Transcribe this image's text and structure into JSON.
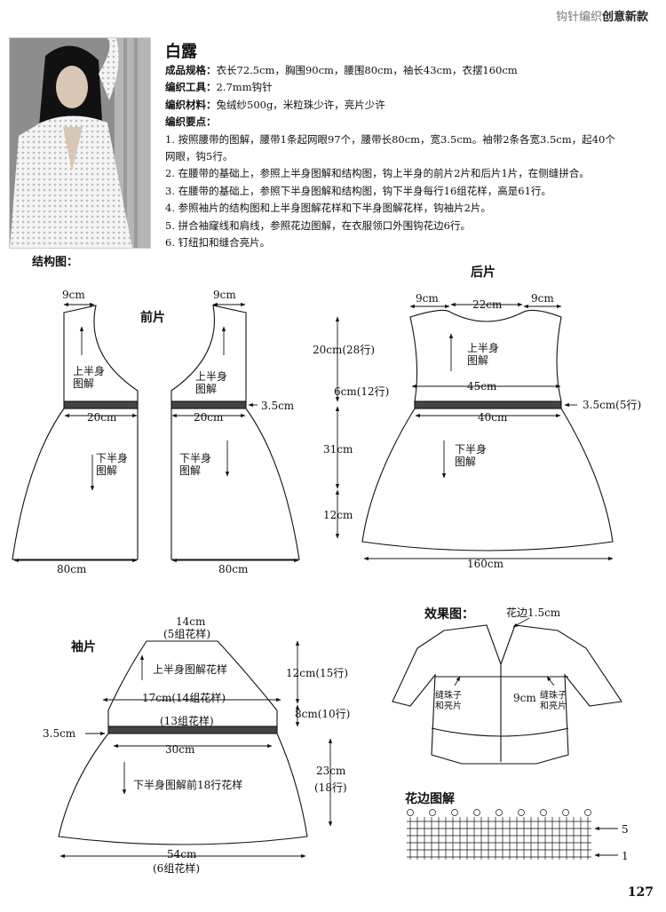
{
  "header": {
    "prefix": "钩针编织",
    "suffix": "创意新款"
  },
  "photo": {
    "icon": "woman-wearing-crochet-cardigan"
  },
  "item": {
    "title": "白露",
    "spec_label": "成品规格：",
    "spec_value": "衣长72.5cm，胸围90cm，腰围80cm，袖长43cm，衣摆160cm",
    "tool_label": "编织工具：",
    "tool_value": "2.7mm钩针",
    "material_label": "编织材料：",
    "material_value": "兔绒纱500g，米粒珠少许，亮片少许",
    "steps_label": "编织要点：",
    "steps": [
      "1. 按照腰带的图解，腰带1条起网眼97个，腰带长80cm，宽3.5cm。袖带2条各宽3.5cm，起40个",
      "网眼，钩5行。",
      "2. 在腰带的基础上，参照上半身图解和结构图，钩上半身的前片2片和后片1片，在侧缝拼合。",
      "3. 在腰带的基础上，参照下半身图解和结构图，钩下半身每行16组花样，高是61行。",
      "4. 参照袖片的结构图和上半身图解花样和下半身图解花样，钩袖片2片。",
      "5. 拼合袖窿线和肩线，参照花边图解，在衣服领口外围钩花边6行。",
      "6. 钉纽扣和缝合亮片。"
    ]
  },
  "diagram": {
    "section_title": "结构图：",
    "front": {
      "title": "前片",
      "shoulder": "9cm",
      "upper": "上半身",
      "upper2": "图解",
      "waist": "20cm",
      "belt": "3.5cm",
      "lower": "下半身",
      "lower2": "图解",
      "hem": "80cm"
    },
    "back": {
      "title": "后片",
      "shoulder": "9cm",
      "neck": "22cm",
      "h1": "20cm(28行)",
      "h2": "6cm(12行)",
      "chest": "45cm",
      "belt": "3.5cm(5行)",
      "waist": "40cm",
      "h3": "31cm",
      "h4": "12cm",
      "upper": "上半身",
      "upper2": "图解",
      "lower": "下半身",
      "lower2": "图解",
      "hem": "160cm"
    },
    "sleeve": {
      "title": "袖片",
      "top": "14cm",
      "top2": "(5组花样)",
      "upper": "上半身图解花样",
      "mid": "17cm(14组花样)",
      "band": "(13组花样)",
      "belt": "3.5cm",
      "cuff": "30cm",
      "lower": "下半身图解前18行花样",
      "h1": "12cm(15行)",
      "h2": "8cm(10行)",
      "h3": "23cm",
      "h3b": "(18行)",
      "bottom": "54cm",
      "bottom2": "(6组花样)"
    },
    "effect": {
      "title": "效果图：",
      "edge": "花边1.5cm",
      "note_left": "缝珠子",
      "note_left2": "和亮片",
      "note_right": "缝珠子",
      "note_right2": "和亮片",
      "sleeve_w": "9cm"
    },
    "edging": {
      "title": "花边图解",
      "row_top": "5",
      "row_bottom": "1"
    }
  },
  "page_number": "127"
}
